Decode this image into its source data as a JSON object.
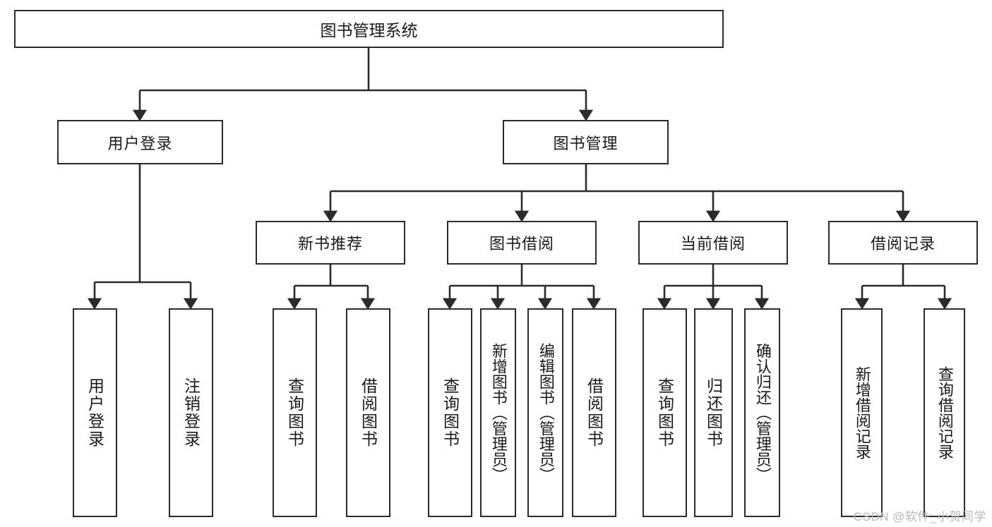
{
  "diagram": {
    "type": "tree-hierarchy",
    "title": "图书管理系统",
    "root": {
      "id": "root",
      "label": "图书管理系统"
    },
    "level1": [
      {
        "id": "user-login",
        "label": "用户登录"
      },
      {
        "id": "book-management",
        "label": "图书管理"
      }
    ],
    "level2": [
      {
        "id": "new-book-recommend",
        "label": "新书推荐",
        "parent": "book-management"
      },
      {
        "id": "book-borrow",
        "label": "图书借阅",
        "parent": "book-management"
      },
      {
        "id": "current-borrow",
        "label": "当前借阅",
        "parent": "book-management"
      },
      {
        "id": "borrow-record",
        "label": "借阅记录",
        "parent": "book-management"
      }
    ],
    "leaves": [
      {
        "id": "leaf-user-login",
        "label": "用户登录",
        "parent": "user-login"
      },
      {
        "id": "leaf-logout-login",
        "label": "注销登录",
        "parent": "user-login"
      },
      {
        "id": "leaf-query-book-1",
        "label": "查询图书",
        "parent": "new-book-recommend"
      },
      {
        "id": "leaf-borrow-book-1",
        "label": "借阅图书",
        "parent": "new-book-recommend"
      },
      {
        "id": "leaf-query-book-2",
        "label": "查询图书",
        "parent": "book-borrow"
      },
      {
        "id": "leaf-add-book-admin",
        "label": "新增图书（管理员）",
        "parent": "book-borrow"
      },
      {
        "id": "leaf-edit-book-admin",
        "label": "编辑图书（管理员）",
        "parent": "book-borrow"
      },
      {
        "id": "leaf-borrow-book-2",
        "label": "借阅图书",
        "parent": "book-borrow"
      },
      {
        "id": "leaf-query-book-3",
        "label": "查询图书",
        "parent": "current-borrow"
      },
      {
        "id": "leaf-return-book",
        "label": "归还图书",
        "parent": "current-borrow"
      },
      {
        "id": "leaf-confirm-return-admin",
        "label": "确认归还（管理员）",
        "parent": "current-borrow"
      },
      {
        "id": "leaf-add-borrow-record",
        "label": "新增借阅记录",
        "parent": "borrow-record"
      },
      {
        "id": "leaf-query-borrow-record",
        "label": "查询借阅记录",
        "parent": "borrow-record"
      }
    ],
    "colors": {
      "stroke": "#2b2b2b",
      "fill": "#ffffff",
      "text": "#1a1a1a",
      "watermark": "#b9b9b9"
    }
  },
  "watermark": {
    "text": "CSDN @软件_小贺同学"
  }
}
